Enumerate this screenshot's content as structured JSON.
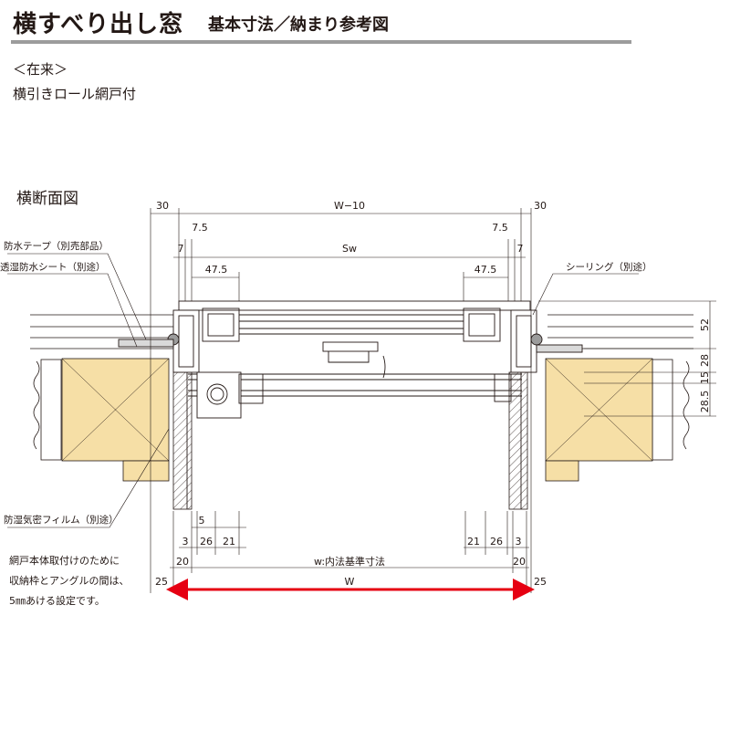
{
  "header": {
    "title": "横すべり出し窓",
    "subtitle": "基本寸法／納まり参考図"
  },
  "category": "＜在来＞",
  "product": "横引きロール網戸付",
  "section_title": "横断面図",
  "labels": {
    "waterproof_tape": "防水テープ（別売部品）",
    "moisture_sheet": "透湿防水シート（別途）",
    "sealing": "シーリング（別途）",
    "vapor_film": "防湿気密フィルム（別途）"
  },
  "note": {
    "line1": "網戸本体取付けのために",
    "line2": "収納枠とアングルの間は、",
    "line3": "5㎜あける設定です。"
  },
  "dims": {
    "top_left_30": "30",
    "top_w10": "W−10",
    "top_right_30": "30",
    "left_7_5": "7.5",
    "left_7": "7",
    "sw": "Sw",
    "right_7_5": "7.5",
    "right_7": "7",
    "left_47_5": "47.5",
    "right_47_5": "47.5",
    "r52": "52",
    "r28": "28",
    "r15": "15",
    "r28_5": "28.5",
    "b5": "5",
    "b3_left": "3",
    "b26_left": "26",
    "b21_left": "21",
    "b21_right": "21",
    "b26_right": "26",
    "b3_right": "3",
    "b20_left": "20",
    "inner_w": "w:内法基準寸法",
    "b20_right": "20",
    "b25_left": "25",
    "w": "W",
    "b25_right": "25"
  },
  "colors": {
    "wood": "#f6dfa6",
    "accent_arrow": "#e60012",
    "line": "#231815"
  }
}
